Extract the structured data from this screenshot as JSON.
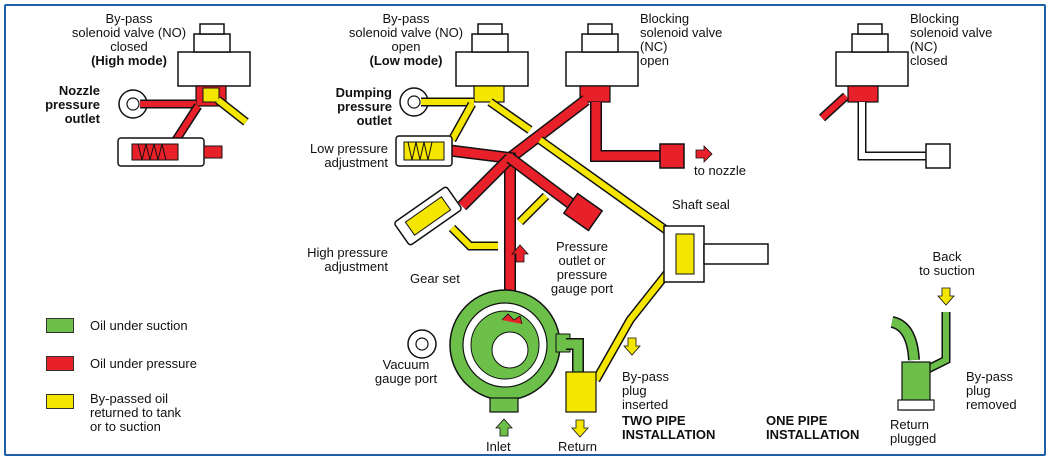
{
  "colors": {
    "suction": "#6cc04a",
    "pressure": "#e8202a",
    "bypass": "#f5e600",
    "frame": "#1f5fa8"
  },
  "legend": {
    "suction": "Oil under suction",
    "pressure": "Oil under pressure",
    "bypass": [
      "By-passed oil",
      "returned to tank",
      "or to suction"
    ]
  },
  "labels": {
    "bypass_nc_high": [
      "By-pass",
      "solenoid valve (NO)",
      "closed",
      "(High mode)"
    ],
    "nozzle_outlet": [
      "Nozzle",
      "pressure",
      "outlet"
    ],
    "bypass_nc_low": [
      "By-pass",
      "solenoid valve (NO)",
      "open",
      "(Low mode)"
    ],
    "dumping_outlet": [
      "Dumping",
      "pressure",
      "outlet"
    ],
    "blocking_open": [
      "Blocking",
      "solenoid valve",
      "(NC)",
      "open"
    ],
    "blocking_closed": [
      "Blocking",
      "solenoid valve",
      "(NC)",
      "closed"
    ],
    "low_adj": [
      "Low pressure",
      "adjustment"
    ],
    "high_adj": [
      "High pressure",
      "adjustment"
    ],
    "to_nozzle": "to nozzle",
    "shaft_seal": "Shaft seal",
    "pressure_port": [
      "Pressure",
      "outlet or",
      "pressure",
      "gauge port"
    ],
    "gear_set": "Gear set",
    "vacuum": [
      "Vacuum",
      "gauge port"
    ],
    "inlet": "Inlet",
    "return": "Return",
    "bypass_plug_in": [
      "By-pass",
      "plug",
      "inserted"
    ],
    "two_pipe": [
      "TWO PIPE",
      "INSTALLATION"
    ],
    "one_pipe": [
      "ONE PIPE",
      "INSTALLATION"
    ],
    "back_suction": [
      "Back",
      "to suction"
    ],
    "bypass_plug_out": [
      "By-pass",
      "plug",
      "removed"
    ],
    "return_plugged": [
      "Return",
      "plugged"
    ]
  }
}
